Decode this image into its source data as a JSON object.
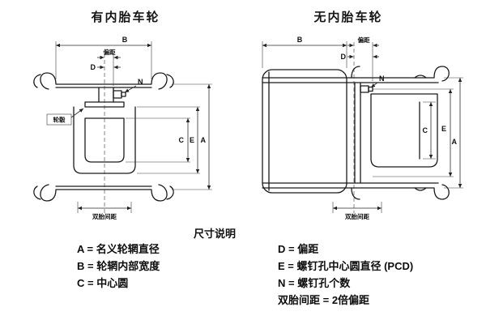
{
  "colors": {
    "ink": "#111111",
    "background": "#ffffff"
  },
  "titles": {
    "left": "有内胎车轮",
    "right": "无内胎车轮"
  },
  "left_diagram": {
    "labels": {
      "b": "B",
      "offset": "偏距",
      "d": "D",
      "n": "N",
      "hub": "轮毂",
      "c": "C",
      "e": "E",
      "a": "A",
      "dual_spacing": "双胎间距"
    }
  },
  "right_diagram": {
    "labels": {
      "b": "B",
      "offset": "偏距",
      "d": "D",
      "n": "N",
      "c": "C",
      "e": "E",
      "a": "A",
      "dual_spacing": "双胎间距"
    }
  },
  "legend": {
    "title": "尺寸说明",
    "left_items": [
      "A = 名义轮辋直径",
      "B = 轮辋内部宽度",
      "C = 中心圆"
    ],
    "right_items": [
      "D = 偏距",
      "E = 螺钉孔中心圆直径 (PCD)",
      "N = 螺钉孔个数",
      "双胎间距 = 2倍偏距"
    ]
  }
}
